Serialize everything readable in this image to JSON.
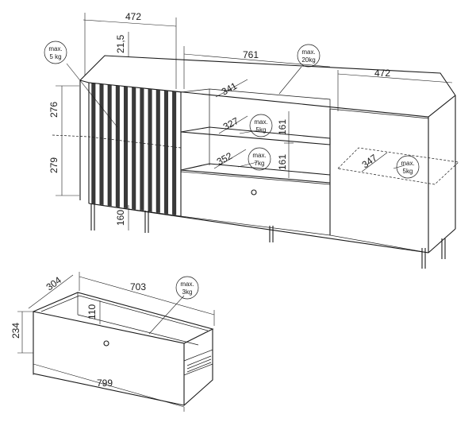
{
  "cabinet": {
    "dims": {
      "width_left_door": "472",
      "width_middle": "761",
      "width_right_door": "472",
      "top_gap": "21,5",
      "shelf_height_upper": "276",
      "shelf_height_lower": "279",
      "leg_height": "160",
      "shelf_depth_top": "341",
      "shelf_depth_mid": "327",
      "shelf_depth_low": "352",
      "shelf_depth_right": "347",
      "compartment_height_a": "161",
      "compartment_height_b": "161"
    },
    "load_badges": [
      {
        "line1": "max.",
        "line2": "5 kg"
      },
      {
        "line1": "max.",
        "line2": "20kg"
      },
      {
        "line1": "max.",
        "line2": "5kg"
      },
      {
        "line1": "max.",
        "line2": "7kg"
      },
      {
        "line1": "max.",
        "line2": "5kg"
      }
    ]
  },
  "drawer": {
    "dims": {
      "depth": "304",
      "inner_width": "703",
      "inner_height": "110",
      "height": "234",
      "front_width": "799"
    },
    "load_badge": {
      "line1": "max.",
      "line2": "3kg"
    }
  }
}
